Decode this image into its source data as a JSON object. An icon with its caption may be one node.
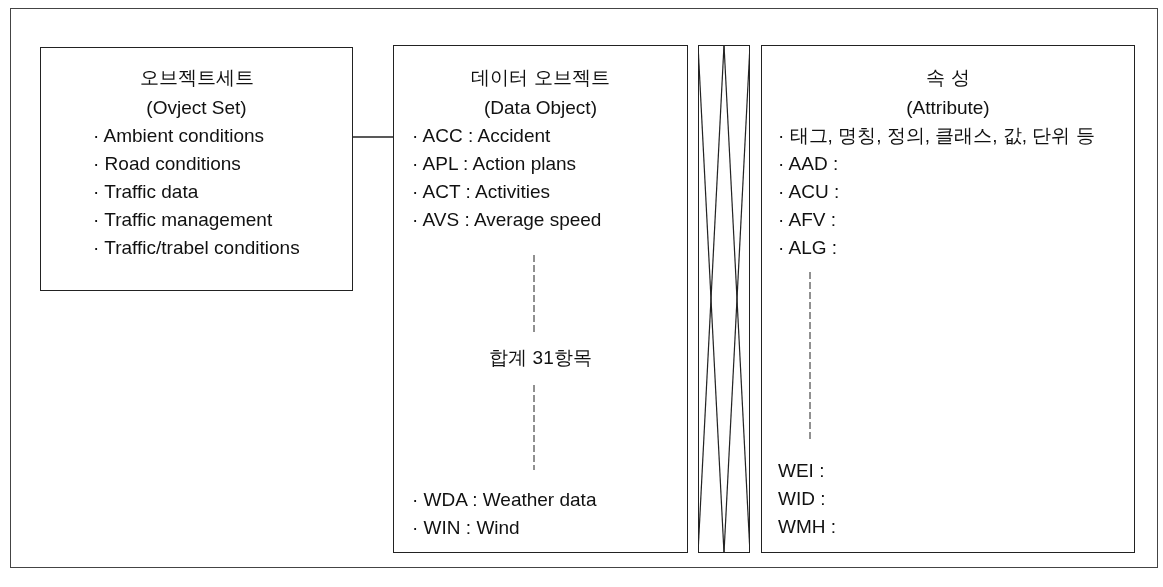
{
  "diagram": {
    "nodes": [
      {
        "text": [
          "오브젝트세트",
          "(Ovject Set)",
          "· Ambient conditions",
          "· Road conditions",
          "· Traffic data",
          "· Traffic management",
          "· Traffic/trabel conditions"
        ]
      },
      {
        "text": [
          "데이터 오브젝트",
          "(Data Object)",
          "· ACC : Accident",
          "· APL : Action plans",
          "· ACT : Activities",
          "· AVS : Average speed",
          "합계 31항목",
          "· WDA : Weather data",
          "· WIN : Wind"
        ]
      },
      {
        "text": [],
        "shape": "box"
      },
      {
        "text": [
          "속 성",
          "(Attribute)",
          "· 태그, 명칭, 정의, 클래스, 값, 단위 등",
          "· AAD :",
          "· ACU :",
          "· AFV :",
          "· ALG :",
          "WEI :",
          "WID :",
          "WMH :"
        ]
      }
    ],
    "edges": [
      {
        "from": 0,
        "to": 1,
        "arrow": "none"
      }
    ]
  }
}
